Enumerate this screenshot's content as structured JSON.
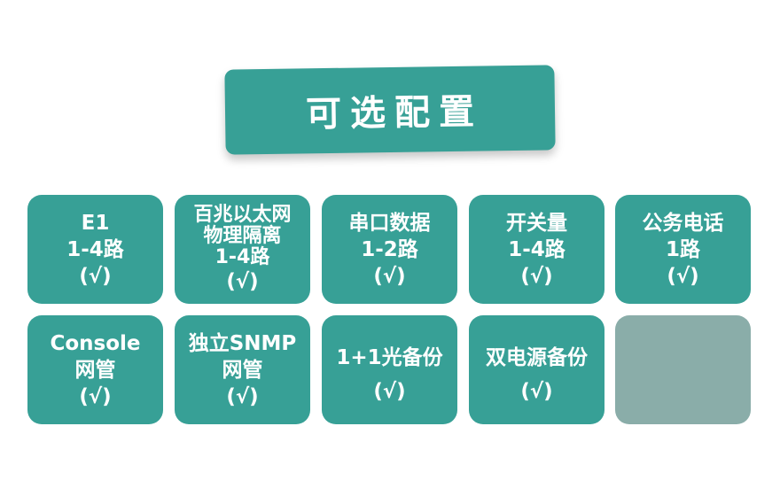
{
  "banner": {
    "title": "可选配置",
    "color": "#37a096"
  },
  "colors": {
    "tile": "#37a096",
    "tile_empty": "#8aada9",
    "text": "#ffffff"
  },
  "tiles": [
    {
      "lines": [
        "E1",
        "1-4路"
      ],
      "check": "(√)"
    },
    {
      "lines": [
        "百兆以太网",
        "物理隔离",
        "1-4路"
      ],
      "check": "(√)"
    },
    {
      "lines": [
        "串口数据",
        "1-2路"
      ],
      "check": "(√)"
    },
    {
      "lines": [
        "开关量",
        "1-4路"
      ],
      "check": "(√)"
    },
    {
      "lines": [
        "公务电话",
        "1路"
      ],
      "check": "(√)"
    },
    {
      "lines": [
        "Console",
        "网管"
      ],
      "check": "(√)"
    },
    {
      "lines": [
        "独立SNMP",
        "网管"
      ],
      "check": "(√)"
    },
    {
      "lines": [
        "1+1光备份"
      ],
      "check": "(√)"
    },
    {
      "lines": [
        "双电源备份"
      ],
      "check": "(√)"
    },
    {
      "lines": [],
      "check": ""
    }
  ]
}
